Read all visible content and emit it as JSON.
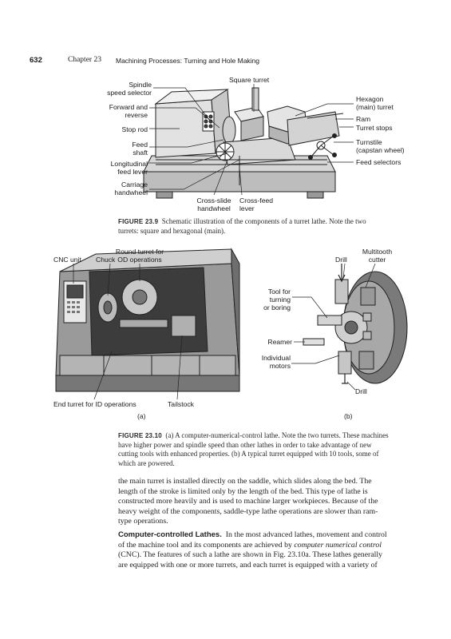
{
  "header": {
    "page_number": "632",
    "chapter": "Chapter 23",
    "chapter_title": "Machining Processes: Turning and Hole Making"
  },
  "figure_23_9": {
    "labels": {
      "spindle_speed_selector_1": "Spindle",
      "spindle_speed_selector_2": "speed selector",
      "square_turret": "Square turret",
      "forward_reverse_1": "Forward and",
      "forward_reverse_2": "reverse",
      "stop_rod": "Stop rod",
      "feed_shaft_1": "Feed",
      "feed_shaft_2": "shaft",
      "longitudinal_1": "Longitudinal",
      "longitudinal_2": "feed lever",
      "carriage_1": "Carriage",
      "carriage_2": "handwheel",
      "cross_slide_1": "Cross-slide",
      "cross_slide_2": "handwheel",
      "cross_feed_1": "Cross-feed",
      "cross_feed_2": "lever",
      "hexagon_1": "Hexagon",
      "hexagon_2": "(main) turret",
      "ram": "Ram",
      "turret_stops": "Turret stops",
      "turnstile_1": "Turnstile",
      "turnstile_2": "(capstan wheel)",
      "feed_selectors": "Feed selectors"
    },
    "caption_label": "FIGURE 23.9",
    "caption_line1": "Schematic illustration of the components of a turret lathe. Note the two",
    "caption_line2": "turrets: square and hexagonal (main)."
  },
  "figure_23_10": {
    "labels_a": {
      "round_turret_1": "Round turret for",
      "round_turret_2": "OD operations",
      "cnc_unit": "CNC unit",
      "chuck": "Chuck",
      "end_turret": "End turret for ID operations",
      "tailstock": "Tailstock",
      "sub_a": "(a)"
    },
    "labels_b": {
      "multitooth_1": "Multitooth",
      "multitooth_2": "cutter",
      "drill_top": "Drill",
      "tool_for_1": "Tool for",
      "tool_for_2": "turning",
      "tool_for_3": "or boring",
      "reamer": "Reamer",
      "individual_1": "Individual",
      "individual_2": "motors",
      "drill_bottom": "Drill",
      "sub_b": "(b)"
    },
    "caption_label": "FIGURE 23.10",
    "caption_line1": "(a) A computer-numerical-control lathe. Note the two turrets. These machines",
    "caption_line2": "have higher power and spindle speed than other lathes in order to take advantage of new",
    "caption_line3": "cutting tools with enhanced properties. (b) A typical turret equipped with 10 tools, some of",
    "caption_line4": "which are powered."
  },
  "body": {
    "p1_l1": "the main turret is installed directly on the saddle, which slides along the bed. The",
    "p1_l2": "length of the stroke is limited only by the length of the bed. This type of lathe is",
    "p1_l3": "constructed more heavily and is used to machine larger workpieces. Because of the",
    "p1_l4": "heavy weight of the components, saddle-type lathe operations are slower than ram-",
    "p1_l5": "type operations.",
    "section_heading": "Computer-controlled Lathes.",
    "p2_l1_rest": "In the most advanced lathes, movement and control",
    "p2_l2a": "of the machine tool and its components are achieved by",
    "p2_l2_em": "computer numerical control",
    "p2_l3": "(CNC). The features of such a lathe are shown in Fig. 23.10a. These lathes generally",
    "p2_l4": "are equipped with one or more turrets, and each turret is equipped with a variety of"
  }
}
